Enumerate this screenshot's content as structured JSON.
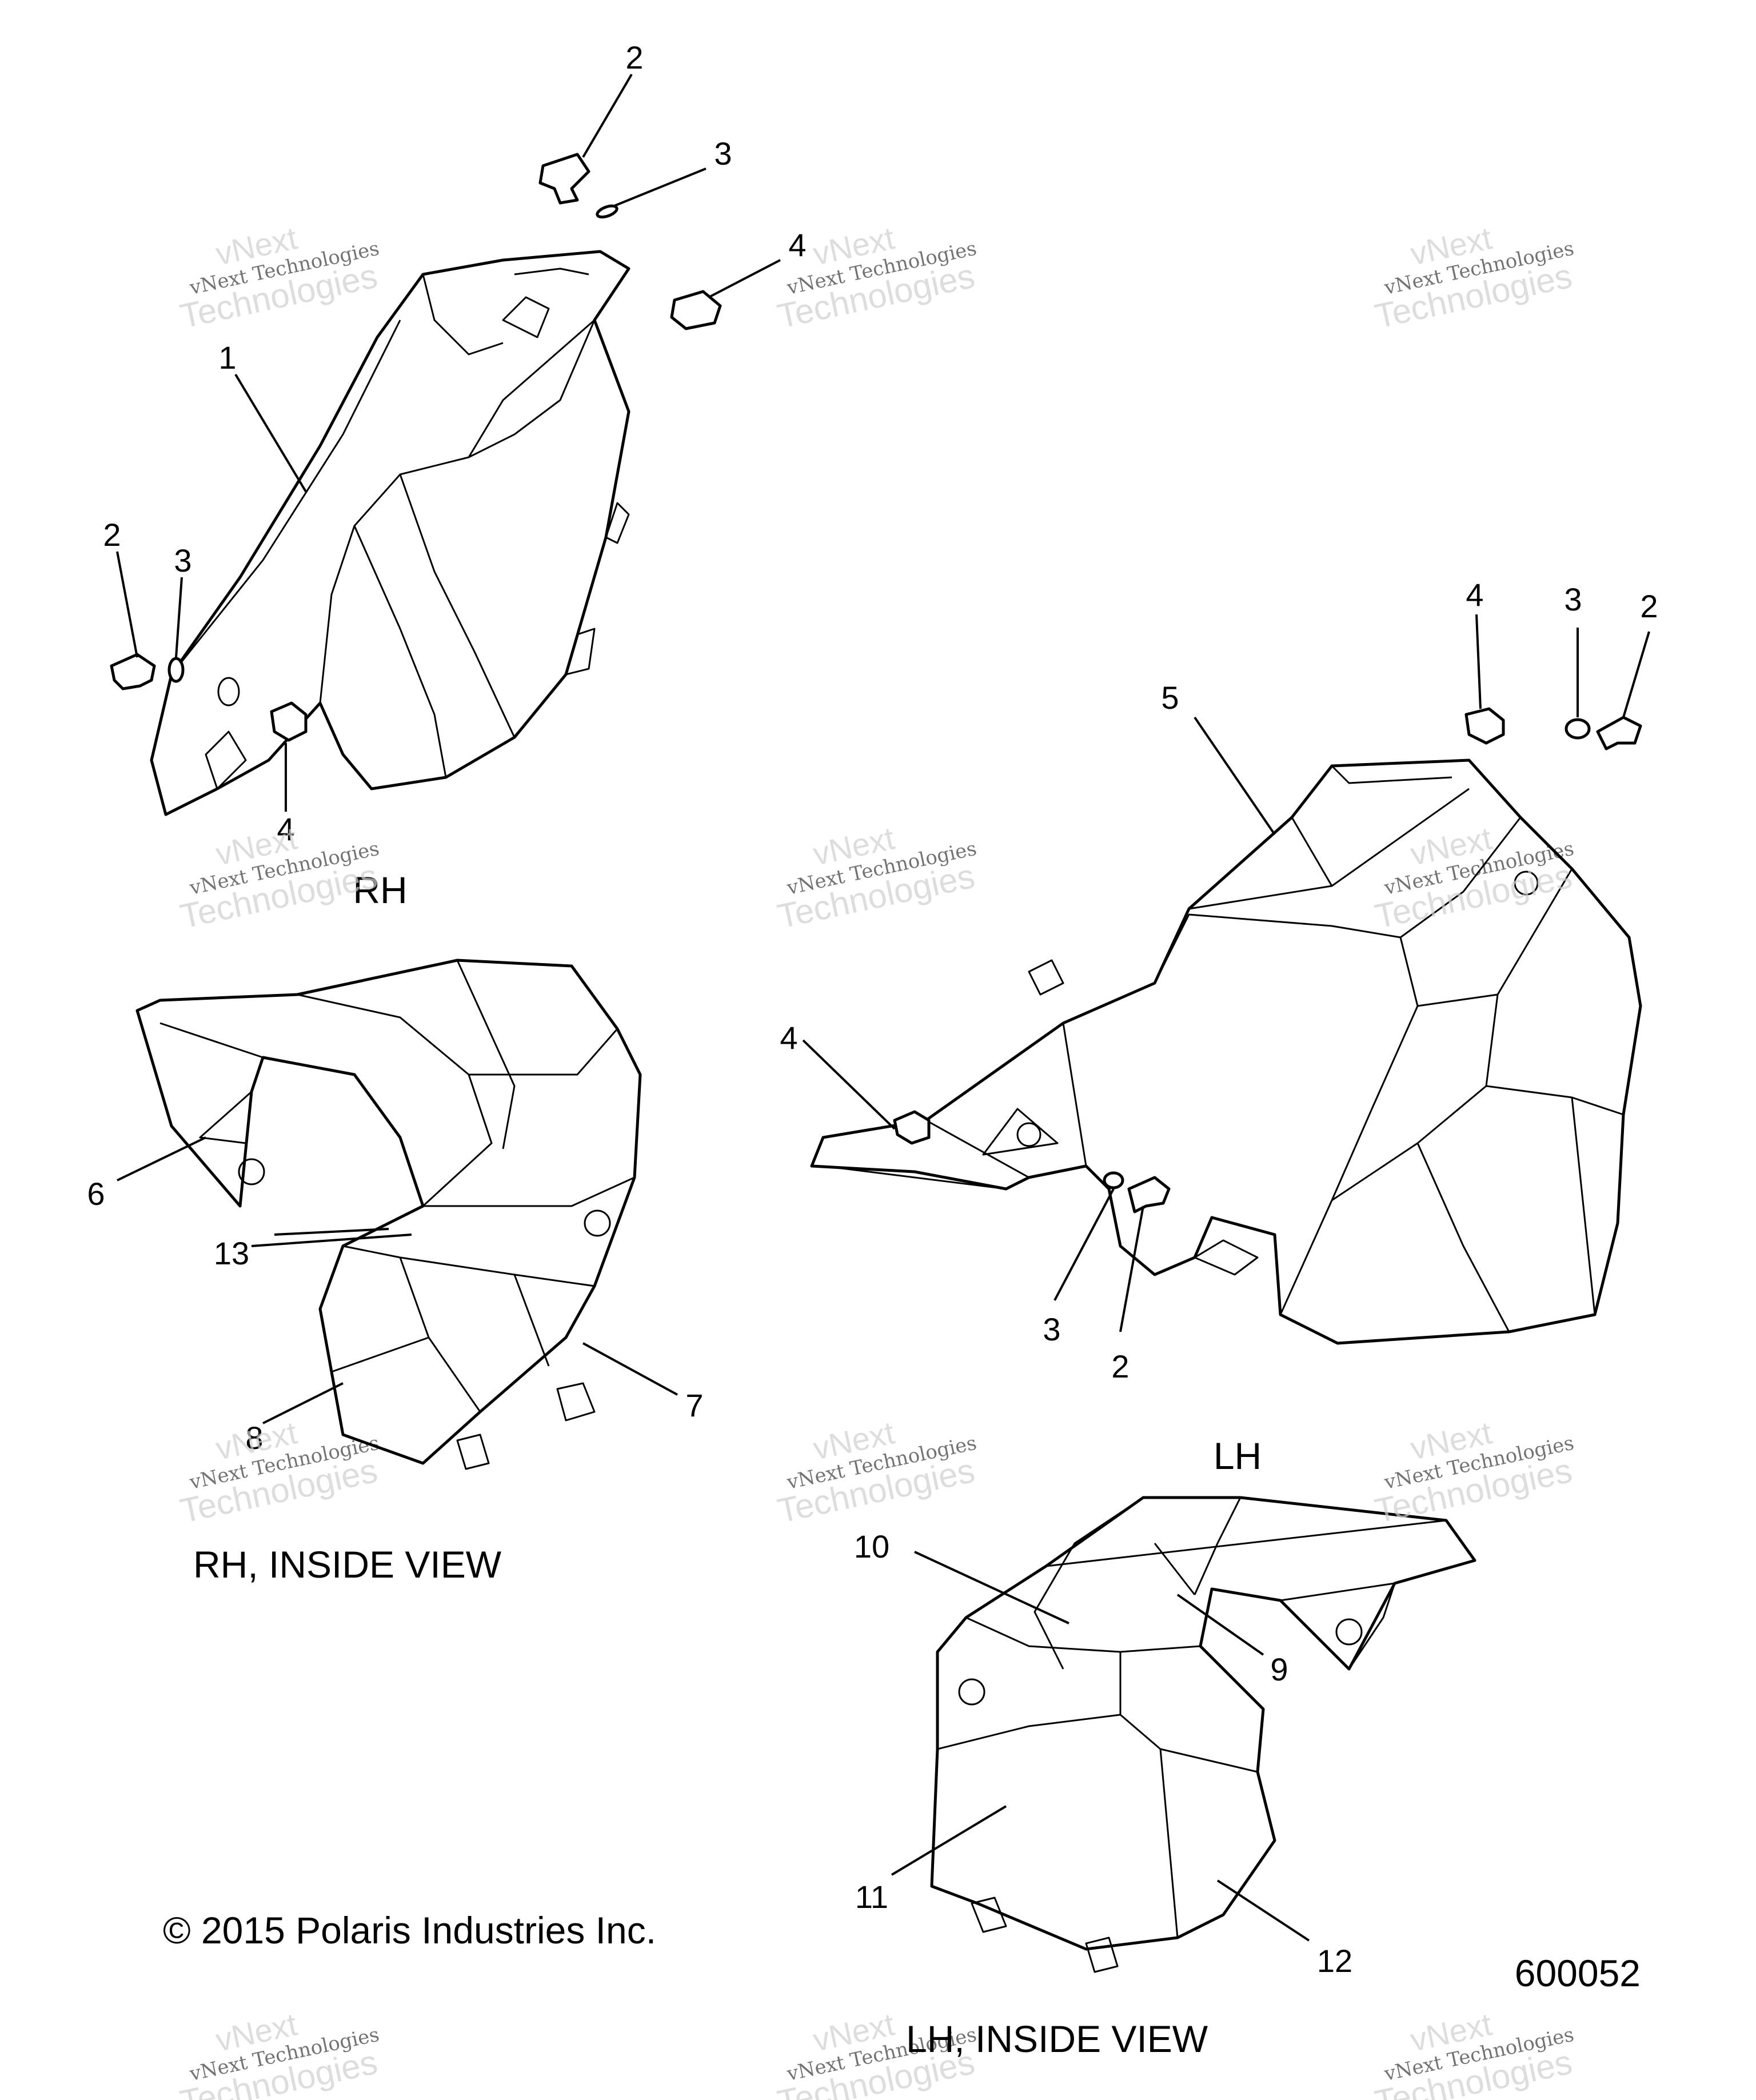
{
  "callouts": {
    "c1": "1",
    "c2": "2",
    "c3": "3",
    "c4": "4",
    "c5": "5",
    "c6": "6",
    "c7": "7",
    "c8": "8",
    "c9": "9",
    "c10": "10",
    "c11": "11",
    "c12": "12",
    "c13": "13"
  },
  "views": {
    "rh": "RH",
    "lh": "LH",
    "rh_inside": "RH, INSIDE VIEW",
    "lh_inside": "LH, INSIDE VIEW"
  },
  "copyright": "© 2015 Polaris Industries Inc.",
  "diagram_number": "600052",
  "watermark": {
    "line_top": "vNext",
    "line_middle": "vNext Technologies",
    "line_bottom": "Technologies"
  }
}
